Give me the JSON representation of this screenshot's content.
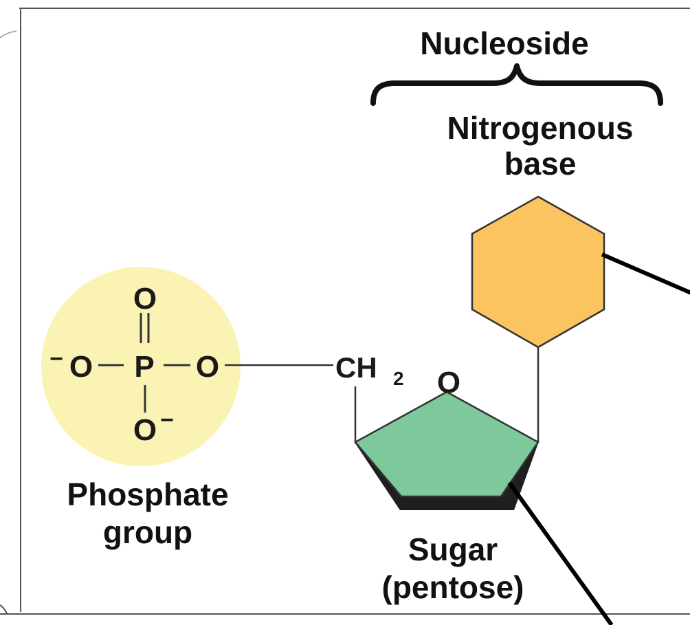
{
  "diagram": {
    "nucleoside_label": "Nucleoside",
    "base_label_line1": "Nitrogenous",
    "base_label_line2": "base",
    "phosphate_label_line1": "Phosphate",
    "phosphate_label_line2": "group",
    "sugar_label_line1": "Sugar",
    "sugar_label_line2": "(pentose)",
    "phosphate": {
      "top_oxygen": "O",
      "left_oxygen": "O",
      "left_charge": "−",
      "phosphorus": "P",
      "right_oxygen": "O",
      "bottom_oxygen": "O",
      "bottom_charge": "−"
    },
    "ch2_main": "CH",
    "ch2_subscript": "2",
    "ring_oxygen": "O"
  },
  "colors": {
    "phosphate_circle": "#fbf3b4",
    "base_hexagon": "#fbc460",
    "sugar_pentagon": "#7ec99b",
    "outline": "#333333",
    "frame": "#555555"
  }
}
